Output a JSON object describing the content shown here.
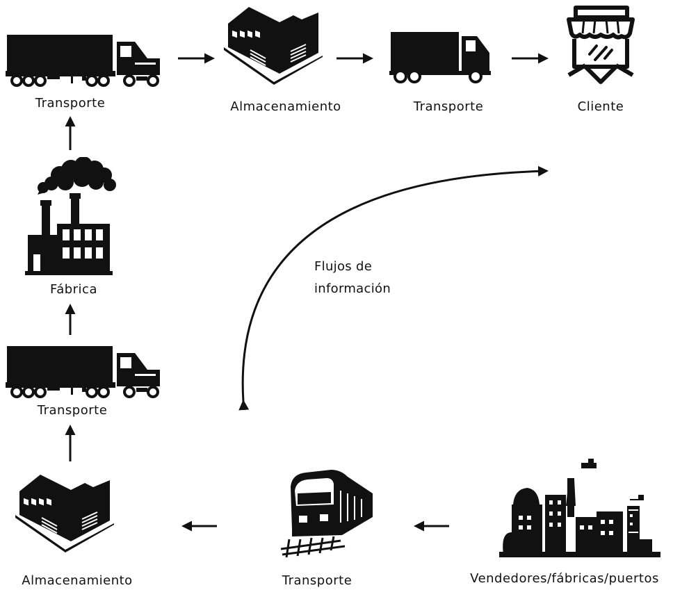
{
  "labels": {
    "transport_top_left": "Transporte",
    "warehouse_top": "Almacenamiento",
    "transport_top_right": "Transporte",
    "client": "Cliente",
    "factory": "Fábrica",
    "transport_mid_left": "Transporte",
    "warehouse_bottom": "Almacenamiento",
    "transport_bottom": "Transporte",
    "vendors": "Vendedores/fábricas/puertos",
    "info_flow_line1": "Flujos de",
    "info_flow_line2": "información"
  },
  "icons": {
    "semi_truck": "semi-truck-icon",
    "warehouse": "warehouse-icon",
    "box_truck": "box-truck-icon",
    "store": "store-icon",
    "factory": "factory-icon",
    "train": "train-icon",
    "industrial_skyline": "industrial-skyline-icon"
  },
  "colors": {
    "ink": "#111111",
    "background": "#ffffff"
  }
}
